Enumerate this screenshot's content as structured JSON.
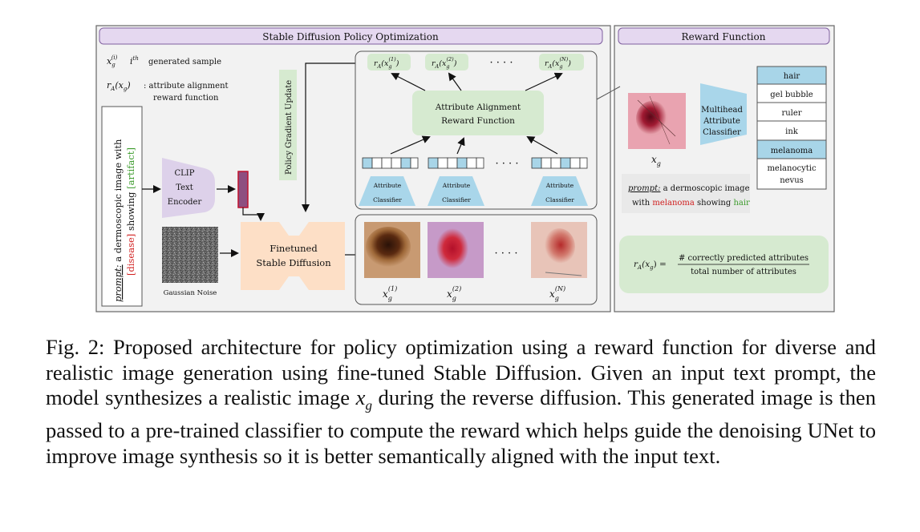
{
  "figure": {
    "left_panel_title": "Stable Diffusion Policy Optimization",
    "right_panel_title": "Reward Function",
    "legend": {
      "sample_symbol": "x",
      "sample_sub": "g",
      "sample_sup": "(i)",
      "ith_i": "i",
      "ith_sup": "th",
      "sample_desc": "generated sample",
      "reward_symbol": "r",
      "reward_sub": "A",
      "reward_arg": "(x",
      "reward_arg_sub": "g",
      "reward_close": ")",
      "reward_desc_line1": ": attribute alignment",
      "reward_desc_line2": "reward function"
    },
    "prompt_box": {
      "line1_prefix": "prompt:",
      "line1_rest": " a dermoscopic image with",
      "disease": "[disease]",
      "middle": " showing ",
      "artifact": "[artifact]"
    },
    "clip": {
      "line1": "CLIP",
      "line2": "Text",
      "line3": "Encoder"
    },
    "noise_label": "Gaussian Noise",
    "policy_update": "Policy Gradient Update",
    "sd_block": {
      "line1": "Finetuned",
      "line2": "Stable Diffusion"
    },
    "reward_fn_block": {
      "line1": "Attribute Alignment",
      "line2": "Reward Function"
    },
    "reward_nodes": [
      {
        "sym": "r",
        "sub": "A",
        "arg": "(x",
        "argsub": "g",
        "sup": "(1)",
        "close": ")"
      },
      {
        "sym": "r",
        "sub": "A",
        "arg": "(x",
        "argsub": "g",
        "sup": "(2)",
        "close": ")"
      },
      {
        "sym": "r",
        "sub": "A",
        "arg": "(x",
        "argsub": "g",
        "sup": "(N)",
        "close": ")"
      }
    ],
    "dots": "· · · ·",
    "attr_classifier": {
      "line1": "Attribute",
      "line2": "Classifier"
    },
    "gen_samples": [
      {
        "sym": "x",
        "sub": "g",
        "sup": "(1)"
      },
      {
        "sym": "x",
        "sub": "g",
        "sup": "(2)"
      },
      {
        "sym": "x",
        "sub": "g",
        "sup": "(N)"
      }
    ],
    "right": {
      "image_label_sym": "x",
      "image_label_sub": "g",
      "classifier": {
        "line1": "Multihead",
        "line2": "Attribute",
        "line3": "Classifier"
      },
      "attributes": [
        {
          "label": "hair",
          "highlight": true
        },
        {
          "label": "gel bubble",
          "highlight": false
        },
        {
          "label": "ruler",
          "highlight": false
        },
        {
          "label": "ink",
          "highlight": false
        },
        {
          "label": "melanoma",
          "highlight": true
        },
        {
          "label": "melanocytic",
          "label2": "nevus",
          "highlight": false
        }
      ],
      "prompt": {
        "prefix": "prompt:",
        "rest1": " a dermoscopic image",
        "with": "with ",
        "disease": "melanoma",
        "showing": " showing ",
        "artifact": "hair"
      },
      "formula": {
        "lhs_sym": "r",
        "lhs_sub": "A",
        "lhs_arg": "(x",
        "lhs_argsub": "g",
        "lhs_close": ") =",
        "numerator": "# correctly predicted attributes",
        "denominator": "total number of attributes"
      }
    },
    "colors": {
      "panel_bg": "#f2f2f2",
      "title_bar": "#e5d8f0",
      "title_border": "#7f5f9f",
      "green": "#d6ead0",
      "purple_block": "#ddd1ea",
      "orange_block": "#fddfc6",
      "light_blue": "#a9d6ea",
      "attr_cell_blue": "#a8d5e8",
      "dark_red": "#c0122e",
      "disease_red": "#d01d1d",
      "artifact_green": "#3a9a2a"
    }
  },
  "caption": {
    "label": "Fig. 2:",
    "text_1": " Proposed architecture for policy optimization using a reward function for diverse and realistic image generation using fine-tuned Stable Diffusion. Given an input text prompt, the model synthesizes a realistic image ",
    "math_sym": "x",
    "math_sub": "g",
    "text_2": " during the reverse diffusion. This generated image is then passed to a pre-trained classifier to compute the reward which helps guide the denoising UNet to improve image synthesis so it is better semantically aligned with the input text."
  }
}
